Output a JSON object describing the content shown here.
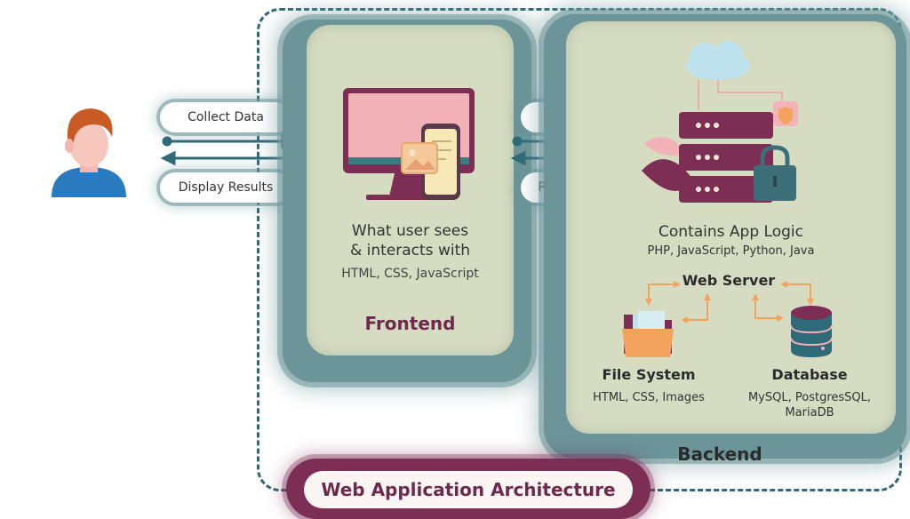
{
  "diagram": {
    "title": "Web Application Architecture",
    "user_arrows": {
      "collect": "Collect Data",
      "display": "Display Results"
    },
    "server_arrows": {
      "request": "Request",
      "response": "Response"
    },
    "frontend": {
      "description_line1": "What user sees",
      "description_line2": "& interacts with",
      "tech": "HTML, CSS, JavaScript",
      "label": "Frontend"
    },
    "backend": {
      "logic": "Contains App Logic",
      "logic_tech": "PHP, JavaScript, Python, Java",
      "web_server": "Web Server",
      "file_system": {
        "label": "File System",
        "tech": "HTML, CSS, Images"
      },
      "database": {
        "label": "Database",
        "tech_line1": "MySQL, PostgresSQL,",
        "tech_line2": "MariaDB"
      },
      "label": "Backend"
    }
  },
  "colors": {
    "teal_frame": "#6b9599",
    "panel_bg": "#d5dcc1",
    "plum": "#6e2a4d",
    "pink": "#f2b3b8",
    "orange": "#f3a35e",
    "navy_line": "#2f6a78"
  }
}
